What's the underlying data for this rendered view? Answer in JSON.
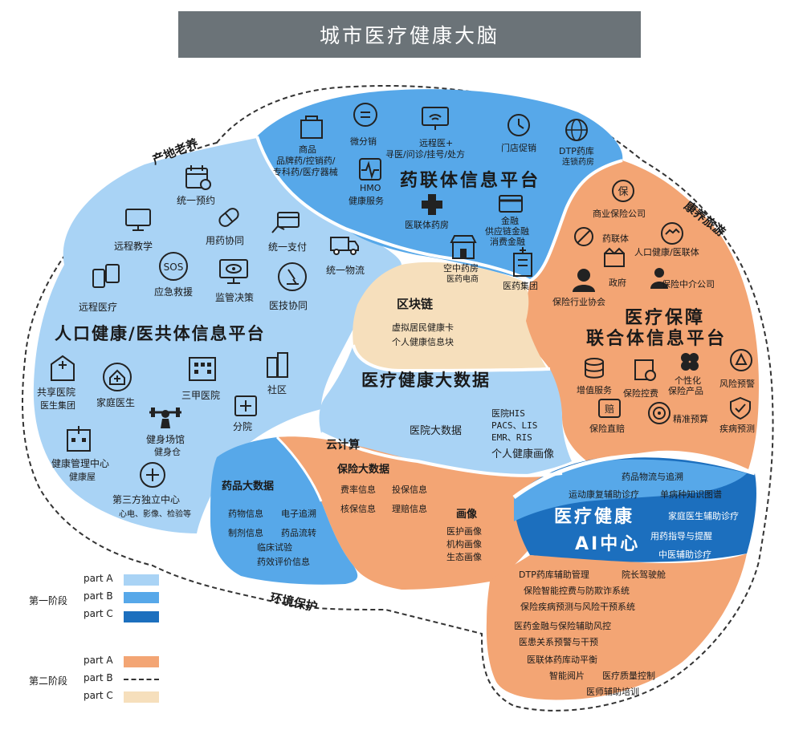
{
  "title": "城市医疗健康大脑",
  "outer_labels": {
    "top_left": "产地老养",
    "right": "康养旅游",
    "bottom": "环境保护"
  },
  "colors": {
    "part_a_stage1": "#a9d3f5",
    "part_b_stage1": "#57a8e9",
    "part_c_stage1": "#1c6fbe",
    "part_a_stage2": "#f3a574",
    "part_c_stage2": "#f6dfbc",
    "title_bg": "#6b7378"
  },
  "platforms": {
    "left": "人口健康/医共体信息平台",
    "top": "药联体信息平台",
    "right_line1": "医疗保障",
    "right_line2": "联合体信息平台",
    "center": "医疗健康大数据",
    "ai_line1": "医疗健康",
    "ai_line2": "AI中心"
  },
  "left_items": {
    "appointment": "统一预约",
    "remote_teaching": "远程教学",
    "drug_coop": "用药协同",
    "unified_payment": "统一支付",
    "unified_logistics": "统一物流",
    "remote_medical": "远程医疗",
    "emergency": "应急救援",
    "sos": "SOS",
    "supervision": "监管决策",
    "tech_coop": "医技协同",
    "shared_hospital": "共享医院",
    "medical_group": "医生集团",
    "family_doctor": "家庭医生",
    "tier3_hospital": "三甲医院",
    "community": "社区",
    "branch": "分院",
    "gym": "健身场馆",
    "gym_sub": "健身仓",
    "health_center": "健康管理中心",
    "health_center_sub": "健康屋",
    "third_party": "第三方独立中心",
    "third_party_sub": "心电、影像、检验等"
  },
  "top_items": {
    "goods": "商品",
    "goods_sub1": "品牌药/控销药/",
    "goods_sub2": "专科药/医疗器械",
    "micro": "微分销",
    "remote_plus": "远程医+",
    "remote_plus_sub": "寻医/问诊/挂号/处方",
    "store_promo": "门店促销",
    "dtp": "DTP药库",
    "dtp_sub": "连锁药房",
    "hmo": "HMO",
    "hmo_sub": "健康服务",
    "alliance_pharmacy": "医联体药房",
    "finance": "金融",
    "finance_sub1": "供应链金融",
    "finance_sub2": "消费金融",
    "air_pharmacy": "空中药房",
    "air_pharmacy_sub": "医药电商",
    "pharma_group": "医药集团"
  },
  "right_items": {
    "bao": "保",
    "commercial_insurance": "商业保险公司",
    "pharma_alliance": "药联体",
    "people_health": "人口健康/医联体",
    "government": "政府",
    "insurance_agency": "保险中介公司",
    "industry_assoc": "保险行业协会",
    "value_added": "增值服务",
    "fee_control": "保险控费",
    "personalized": "个性化",
    "personalized_sub": "保险产品",
    "risk_warning": "风险预警",
    "pei": "赔",
    "direct_pay": "保险直赔",
    "precision": "精准预算",
    "disease_prediction": "疾病预测"
  },
  "center_items": {
    "blockchain": "区块链",
    "virtual_card": "虚拟居民健康卡",
    "personal_health_info": "个人健康信息块",
    "hospital_bigdata": "医院大数据",
    "his": "医院HIS",
    "pacs": "PACS、LIS",
    "emr": "EMR、RIS",
    "portrait": "个人健康画像",
    "cloud": "云计算",
    "insurance_bigdata": "保险大数据",
    "rate_info": "费率信息",
    "enroll_info": "投保信息",
    "verify_info": "核保信息",
    "claim_info": "理赔信息",
    "image": "画像",
    "hospital_image": "医护画像",
    "institution_image": "机构画像",
    "ecology_image": "生态画像",
    "drug_bigdata": "药品大数据",
    "drug_info": "药物信息",
    "e_trace": "电子追溯",
    "formulation_info": "制剂信息",
    "drug_flow": "药品流转",
    "clinical_trial": "临床试验",
    "efficacy": "药效评价信息"
  },
  "ai_items": {
    "logistics": "药品物流与追溯",
    "rehab": "运动康复辅助诊疗",
    "disease_graph": "单病种知识图谱",
    "family_doctor_aid": "家庭医生辅助诊疗",
    "medication_guide": "用药指导与提醒",
    "tcm_aid": "中医辅助诊疗",
    "dtp_aid": "DTP药库辅助管理",
    "dean_cockpit": "院长驾驶舱",
    "fraud": "保险智能控费与防欺诈系统",
    "risk_intervention": "保险疾病预测与风险干预系统",
    "finance_risk": "医药金融与保险辅助风控",
    "doctor_patient": "医患关系预警与干预",
    "inventory": "医联体药库动平衡",
    "film": "智能阅片",
    "quality": "医疗质量控制",
    "training": "医师辅助培训"
  },
  "legend": {
    "stage1_label": "第一阶段",
    "stage2_label": "第二阶段",
    "stage1": [
      "part A",
      "part B",
      "part C"
    ],
    "stage2": [
      "part A",
      "part B",
      "part C"
    ]
  },
  "icons": [
    "calendar-icon",
    "monitor-icon",
    "pill-icon",
    "card-payment-icon",
    "truck-icon",
    "devices-icon",
    "sos-icon",
    "eye-monitor-icon",
    "microscope-icon",
    "hospital-icon",
    "home-plus-icon",
    "building-icon",
    "city-icon",
    "first-aid-icon",
    "fitness-icon",
    "health-center-icon",
    "plus-circle-icon",
    "bag-icon",
    "smile-icon",
    "wifi-monitor-icon",
    "timer-icon",
    "globe-icon",
    "heartbeat-icon",
    "medical-cross-icon",
    "finance-card-icon",
    "store-icon",
    "pharma-building-icon",
    "shield-bao-icon",
    "pills-icon",
    "handshake-icon",
    "factory-icon",
    "government-icon",
    "agent-icon",
    "group-icon",
    "coins-icon",
    "fee-icon",
    "clover-icon",
    "warning-icon",
    "compensation-icon",
    "target-icon",
    "shield-check-icon"
  ]
}
